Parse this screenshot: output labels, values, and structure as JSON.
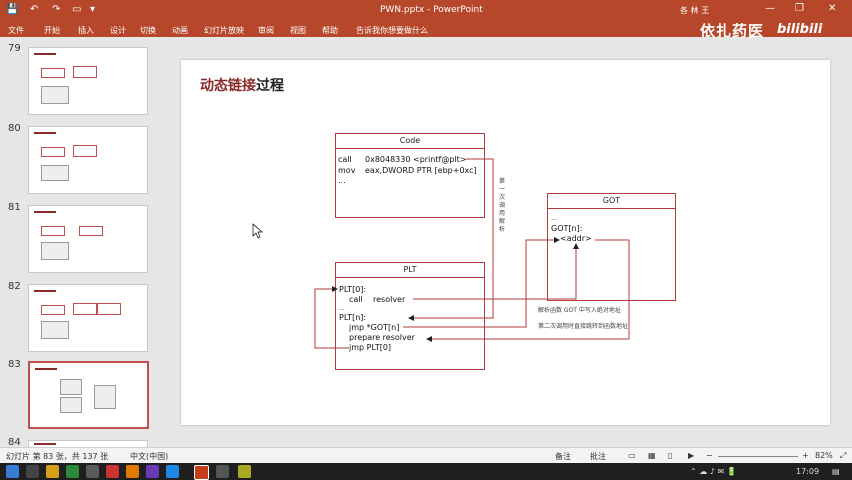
{
  "window": {
    "title": "PWN.pptx - PowerPoint",
    "user": "各 林 王",
    "controls": [
      "—",
      "❐",
      "✕"
    ]
  },
  "ribbon": {
    "tabs": [
      "文件",
      "开始",
      "插入",
      "设计",
      "切换",
      "动画",
      "幻灯片放映",
      "审阅",
      "视图",
      "帮助",
      "告诉我你想要做什么"
    ]
  },
  "watermark": {
    "left": "依扎药医",
    "right": "bilibili"
  },
  "thumbnails": [
    {
      "num": "79"
    },
    {
      "num": "80"
    },
    {
      "num": "81"
    },
    {
      "num": "82"
    },
    {
      "num": "83"
    },
    {
      "num": "84"
    }
  ],
  "slide": {
    "title_red": "动态链接",
    "title_black": "过程",
    "code_box": {
      "header": "Code",
      "lines": [
        {
          "op": "call",
          "arg": "0x8048330 <printf@plt>"
        },
        {
          "op": "mov",
          "arg": "eax,DWORD PTR [ebp+0xc]"
        },
        {
          "op": "...",
          "arg": ""
        }
      ]
    },
    "plt_box": {
      "header": "PLT",
      "lines": [
        "PLT[0]:",
        "call",
        "resolver",
        "...",
        "PLT[n]:",
        "jmp *GOT[n]",
        "prepare resolver",
        "jmp PLT[0]"
      ]
    },
    "got_box": {
      "header": "GOT",
      "lines": [
        "...",
        "GOT[n]:",
        "<addr>"
      ]
    },
    "notes": {
      "first_call": "第一次调用解析",
      "resolve_write": "解析函数 GOT 中写入绝对地址",
      "second_call": "第二次调用时直接跳转到函数地址"
    }
  },
  "statusbar": {
    "slide_info": "幻灯片 第 83 张，共 137 张",
    "language": "中文(中国)",
    "notes_btn": "备注",
    "comments_btn": "批注",
    "zoom": "82%"
  },
  "taskbar": {
    "time": "17:09"
  }
}
